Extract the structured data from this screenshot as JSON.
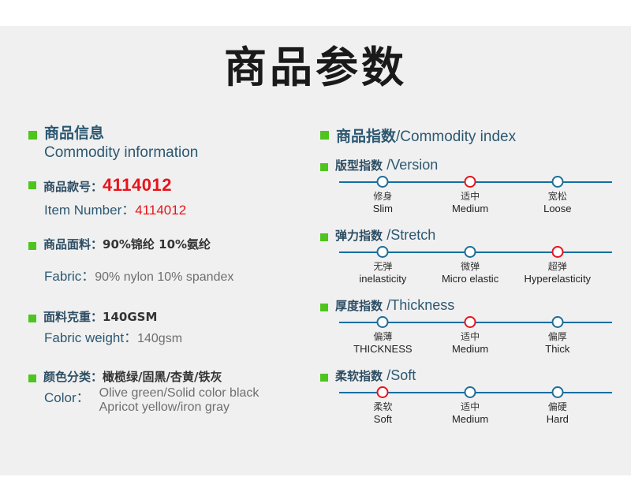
{
  "title": "商品参数",
  "left": {
    "section_title_cn": "商品信息",
    "section_title_en": "Commodity information",
    "items": [
      {
        "label_cn": "商品款号：",
        "value_cn": "4114012",
        "label_en": "Item Number：",
        "value_en": "4114012"
      },
      {
        "label_cn": "商品面料：",
        "value_cn": "90%锦纶 10%氨纶",
        "label_en": "Fabric：",
        "value_en": "90% nylon 10% spandex"
      },
      {
        "label_cn": "面料克重：",
        "value_cn": "140GSM",
        "label_en": "Fabric  weight：",
        "value_en": "140gsm"
      },
      {
        "label_cn": "颜色分类：",
        "value_cn": "橄榄绿/固黑/杏黄/铁灰",
        "label_en": "Color：",
        "value_en_line1": "Olive green/Solid color black",
        "value_en_line2": "Apricot yellow/iron gray"
      }
    ]
  },
  "right": {
    "section_title_cn": "商品指数",
    "section_title_en": "/Commodity index",
    "indices": [
      {
        "name_cn": "版型指数",
        "name_en": "/Version",
        "selected": 1,
        "ticks": [
          {
            "cn": "修身",
            "en": "Slim"
          },
          {
            "cn": "适中",
            "en": "Medium"
          },
          {
            "cn": "宽松",
            "en": "Loose"
          }
        ]
      },
      {
        "name_cn": "弹力指数",
        "name_en": "/Stretch",
        "selected": 2,
        "ticks": [
          {
            "cn": "无弹",
            "en": "inelasticity"
          },
          {
            "cn": "微弹",
            "en": "Micro elastic"
          },
          {
            "cn": "超弹",
            "en": "Hyperelasticity"
          }
        ]
      },
      {
        "name_cn": "厚度指数",
        "name_en": "/Thickness",
        "selected": 1,
        "ticks": [
          {
            "cn": "偏薄",
            "en": "THICKNESS"
          },
          {
            "cn": "适中",
            "en": "Medium"
          },
          {
            "cn": "偏厚",
            "en": "Thick"
          }
        ]
      },
      {
        "name_cn": "柔软指数",
        "name_en": "/Soft",
        "selected": 0,
        "ticks": [
          {
            "cn": "柔软",
            "en": "Soft"
          },
          {
            "cn": "适中",
            "en": "Medium"
          },
          {
            "cn": "偏硬",
            "en": "Hard"
          }
        ]
      }
    ]
  },
  "colors": {
    "accent_green": "#4ec41e",
    "heading_blue": "#2c5871",
    "value_red": "#e8131a",
    "line_blue": "#0f6fa0",
    "background": "#f0f0f0"
  }
}
